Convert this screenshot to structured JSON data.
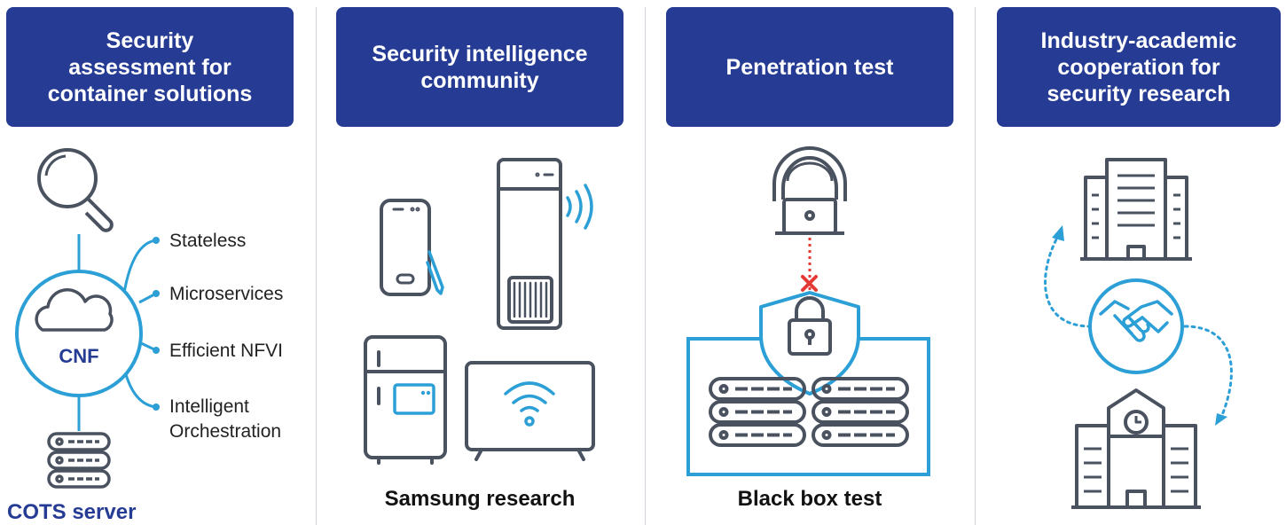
{
  "colors": {
    "header_bg": "#263c94",
    "header_text": "#ffffff",
    "icon_line": "#4a5260",
    "accent": "#2b9fd6",
    "alert": "#e53935"
  },
  "panels": [
    {
      "header": "Security\nassessment for\ncontainer solutions",
      "icons": [
        "magnifier-icon",
        "cloud-icon",
        "server-stack-icon"
      ],
      "hub_label": "CNF",
      "features": [
        "Stateless",
        "Microservices",
        "Efficient NFVI",
        "Intelligent\nOrchestration"
      ],
      "caption": "COTS server"
    },
    {
      "header": "Security intelligence\ncommunity",
      "icons": [
        "smartphone-with-pen-icon",
        "air-purifier-icon",
        "refrigerator-icon",
        "smart-tv-icon"
      ],
      "caption": "Samsung research"
    },
    {
      "header": "Penetration test",
      "icons": [
        "hacker-icon",
        "shield-lock-icon",
        "server-rack-icon"
      ],
      "caption": "Black box test"
    },
    {
      "header": "Industry-academic\ncooperation for\nsecurity research",
      "icons": [
        "office-building-icon",
        "handshake-icon",
        "university-building-icon"
      ]
    }
  ]
}
